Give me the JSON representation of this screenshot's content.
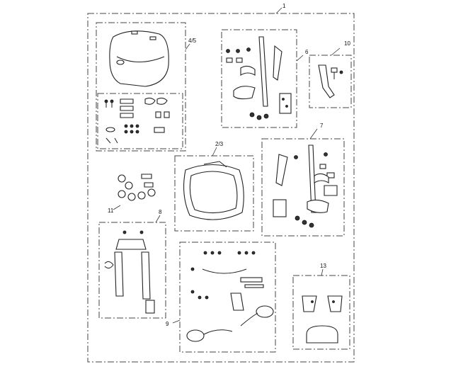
{
  "callouts": {
    "c1": "1",
    "c45": "4/5",
    "c6": "6",
    "c10": "10",
    "c7": "7",
    "c23": "2/3",
    "c11": "11",
    "c8": "8",
    "c9": "9",
    "c13": "13"
  }
}
